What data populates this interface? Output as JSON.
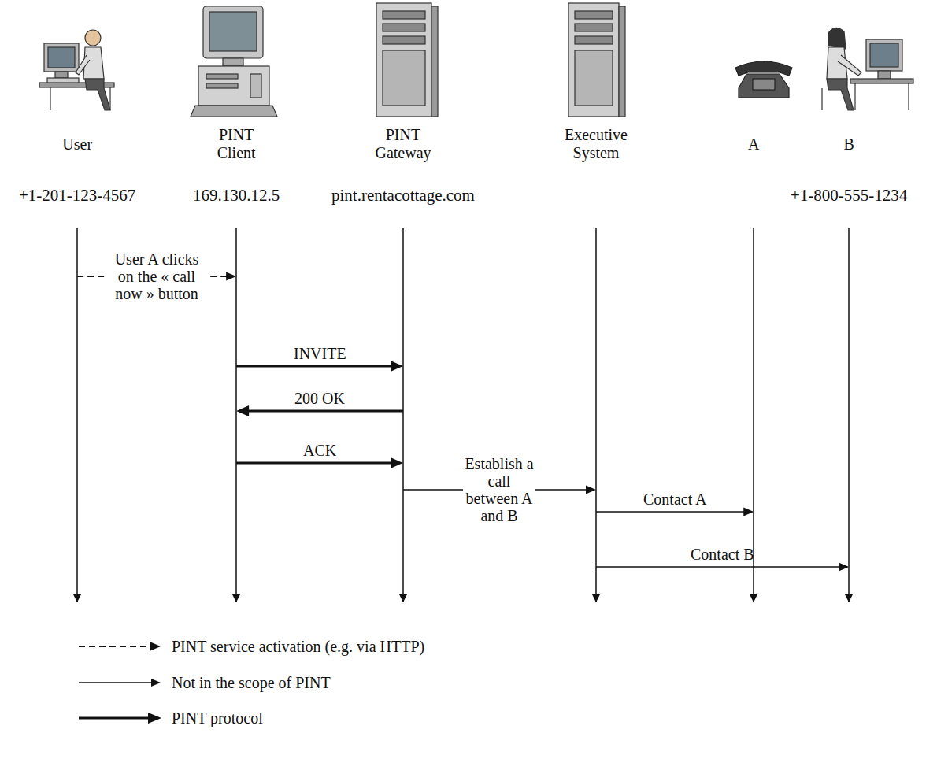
{
  "diagram": {
    "nodes": [
      {
        "text": [
          "User",
          "+1-201-123-4567"
        ]
      },
      {
        "text": [
          "PINT Client",
          "169.130.12.5"
        ]
      },
      {
        "text": [
          "PINT Gateway",
          "pint.rentacottage.com"
        ]
      },
      {
        "text": [
          "Executive System"
        ]
      },
      {
        "text": [
          "A"
        ]
      },
      {
        "text": [
          "B",
          "+1-800-555-1234"
        ]
      }
    ],
    "edges": [
      {
        "from": 0,
        "to": 1,
        "label": "User A clicks on the « call now » button",
        "arrow": "to"
      },
      {
        "from": 1,
        "to": 2,
        "label": "INVITE",
        "arrow": "to"
      },
      {
        "from": 2,
        "to": 1,
        "label": "200 OK",
        "arrow": "to"
      },
      {
        "from": 1,
        "to": 2,
        "label": "ACK",
        "arrow": "to"
      },
      {
        "from": 2,
        "to": 3,
        "label": "Establish a call between A and B",
        "arrow": "to"
      },
      {
        "from": 3,
        "to": 4,
        "label": "Contact A",
        "arrow": "to"
      },
      {
        "from": 3,
        "to": 5,
        "label": "Contact B",
        "arrow": "to"
      }
    ],
    "legend": [
      {
        "text": "PINT service activation (e.g. via HTTP)"
      },
      {
        "text": "Not in the scope of PINT"
      },
      {
        "text": "PINT protocol"
      }
    ]
  }
}
